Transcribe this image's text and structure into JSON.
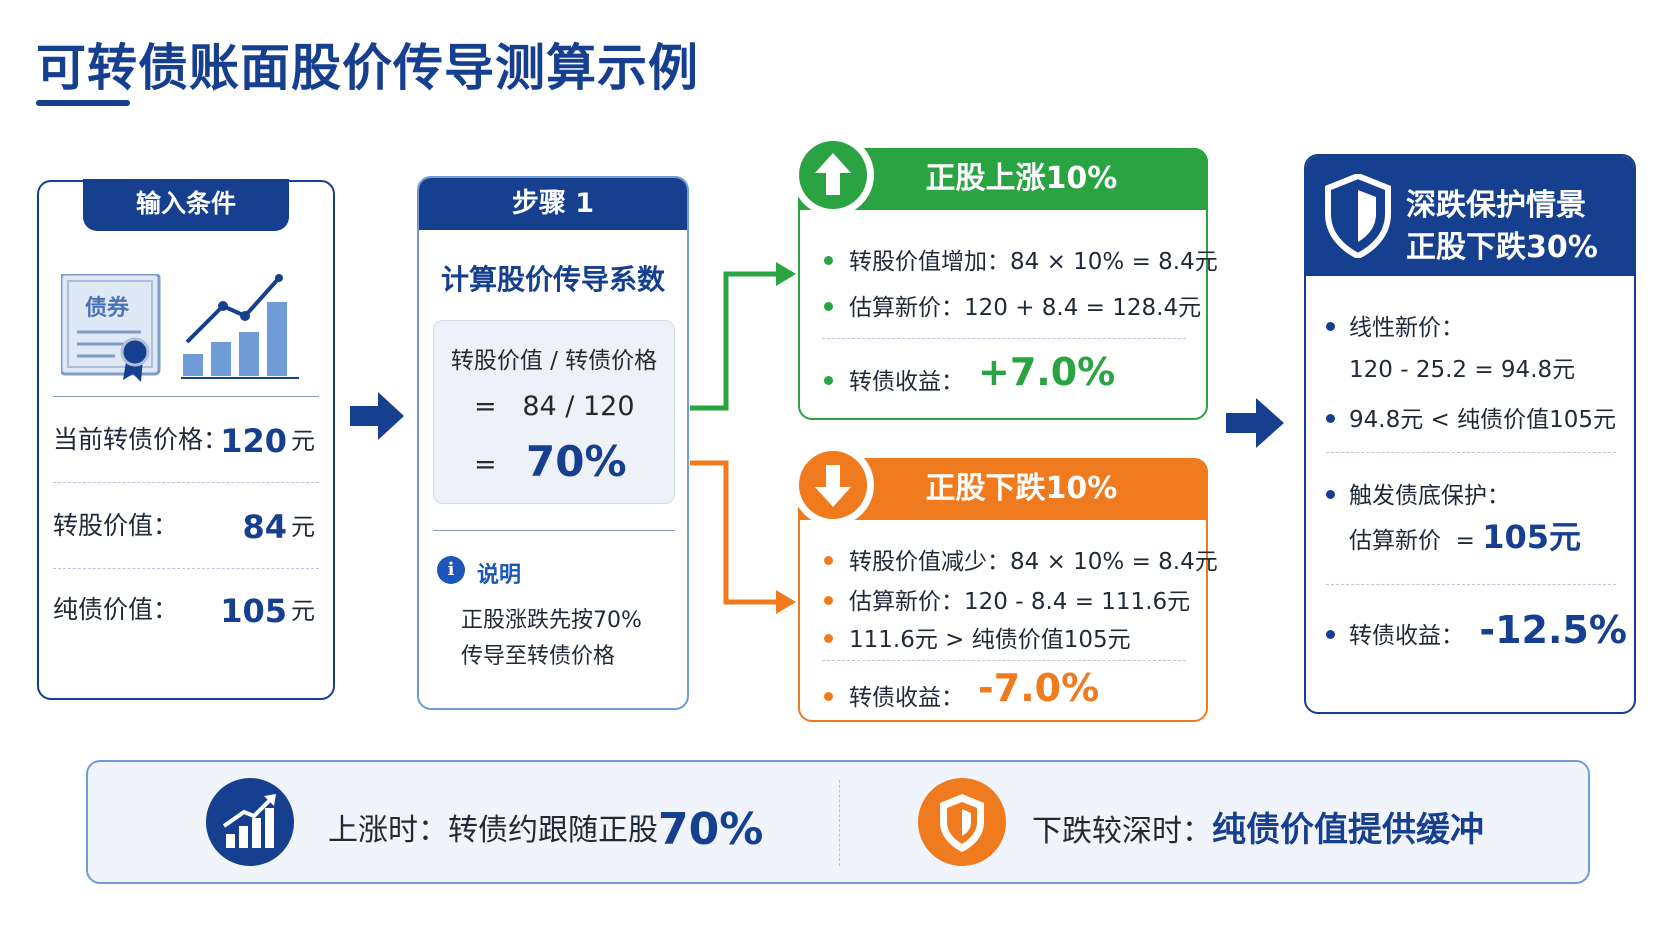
{
  "title": "可转债账面股价传导测算示例",
  "input": {
    "tab": "输入条件",
    "bond_icon_text": "债券",
    "rows": [
      {
        "label": "当前转债价格：",
        "value": "120",
        "unit": "元"
      },
      {
        "label": "转股价值：",
        "value": "84",
        "unit": "元"
      },
      {
        "label": "纯债价值：",
        "value": "105",
        "unit": "元"
      }
    ]
  },
  "step": {
    "header": "步骤 1",
    "subtitle": "计算股价传导系数",
    "formula_line1": "转股价值 / 转债价格",
    "formula_line2": "=   84 / 120",
    "formula_eq": "=",
    "formula_result": "70%",
    "note_icon": "i",
    "note_title": "说明",
    "note_line1": "正股涨跌先按70%",
    "note_line2": "传导至转债价格"
  },
  "scenario_up": {
    "title": "正股上涨10%",
    "items": [
      "转股价值增加：84 × 10% = 8.4元",
      "估算新价：120 + 8.4 = 128.4元"
    ],
    "return_label": "转债收益：",
    "return_value": "+7.0%"
  },
  "scenario_down": {
    "title": "正股下跌10%",
    "items": [
      "转股价值减少：84 × 10% = 8.4元",
      "估算新价：120 - 8.4 = 111.6元",
      "111.6元 > 纯债价值105元"
    ],
    "return_label": "转债收益：",
    "return_value": "-7.0%"
  },
  "deep": {
    "title_line1": "深跌保护情景",
    "title_line2": "正股下跌30%",
    "item1": "线性新价：",
    "item1_sub": "120 - 25.2 = 94.8元",
    "item2": "94.8元 < 纯债价值105元",
    "item3": "触发债底保护：",
    "item3_sub_label": "估算新价  =",
    "item3_sub_value": "105元",
    "return_label": "转债收益：",
    "return_value": "-12.5%"
  },
  "summary": {
    "up_text": "上涨时：转债约跟随正股",
    "up_value": "70%",
    "down_text": "下跌较深时：",
    "down_value": "纯债价值提供缓冲"
  },
  "colors": {
    "navy": "#163f8f",
    "green": "#2aa342",
    "orange": "#f07a1e",
    "light_blue_border": "#6f9cd6"
  },
  "icons": [
    "bond-certificate-icon",
    "rising-bar-chart-icon",
    "arrow-right-icon",
    "arrow-up-icon",
    "arrow-down-icon",
    "shield-icon",
    "info-icon"
  ]
}
